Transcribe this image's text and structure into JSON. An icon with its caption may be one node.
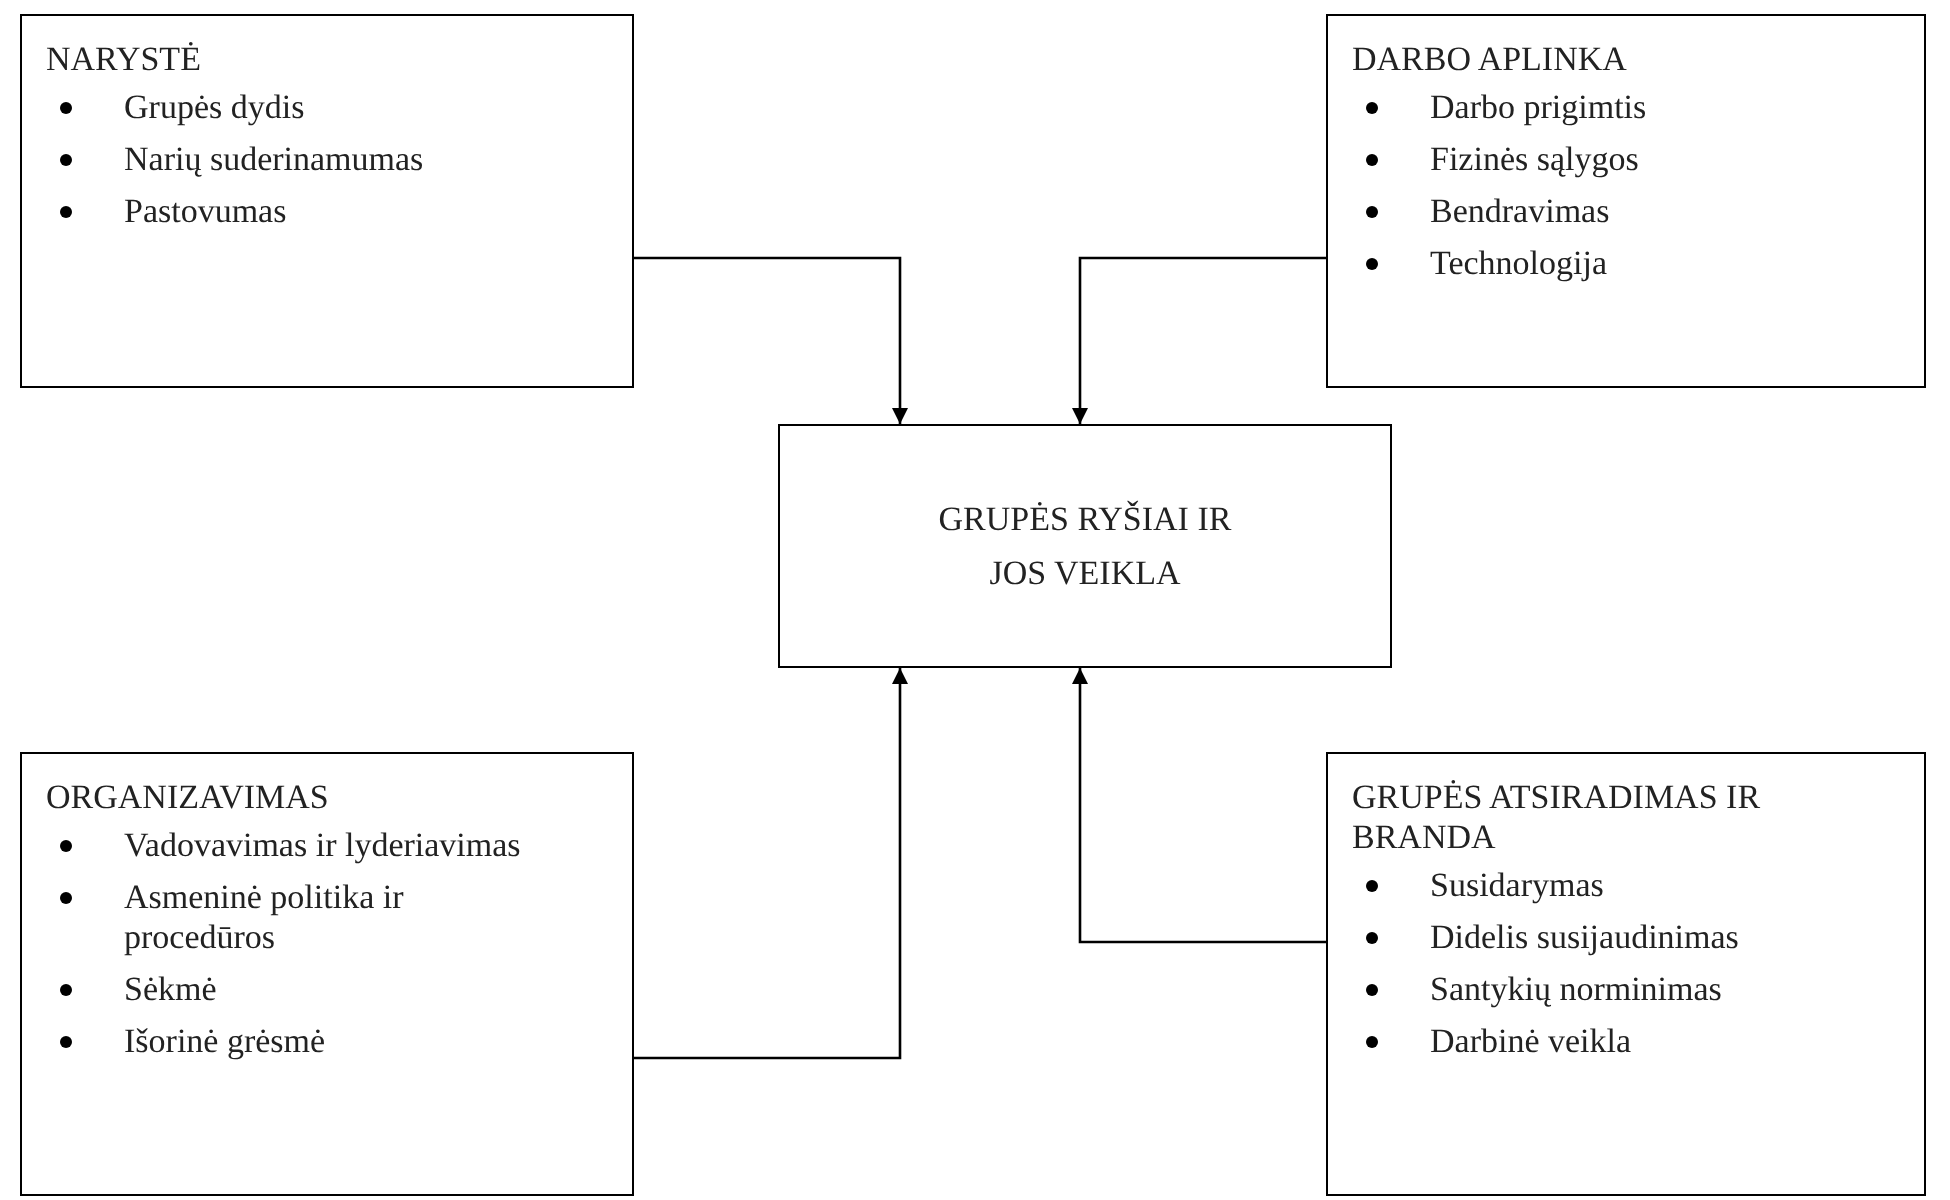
{
  "diagram": {
    "nodes": [
      {
        "text": [
          "NARYSTĖ",
          "Grupės dydis",
          "Narių suderinamumas",
          "Pastovumas"
        ]
      },
      {
        "text": [
          "DARBO  APLINKA",
          "Darbo prigimtis",
          "Fizinės sąlygos",
          "Bendravimas",
          "Technologija"
        ]
      },
      {
        "text": [
          "GRUPĖS RYŠIAI IR JOS VEIKLA"
        ]
      },
      {
        "text": [
          "ORGANIZAVIMAS",
          "Vadovavimas ir lyderiavimas",
          "Asmeninė politika ir procedūros",
          "Sėkmė",
          "Išorinė grėsmė"
        ]
      },
      {
        "text": [
          "GRUPĖS ATSIRADIMAS IR BRANDA",
          "Susidarymas",
          "Didelis susijaudinimas",
          "Santykių norminimas",
          "Darbinė veikla"
        ]
      }
    ],
    "edges": [
      {
        "from": 0,
        "to": 2,
        "arrow": "to"
      },
      {
        "from": 1,
        "to": 2,
        "arrow": "to"
      },
      {
        "from": 3,
        "to": 2,
        "arrow": "to"
      },
      {
        "from": 4,
        "to": 2,
        "arrow": "to"
      }
    ]
  }
}
